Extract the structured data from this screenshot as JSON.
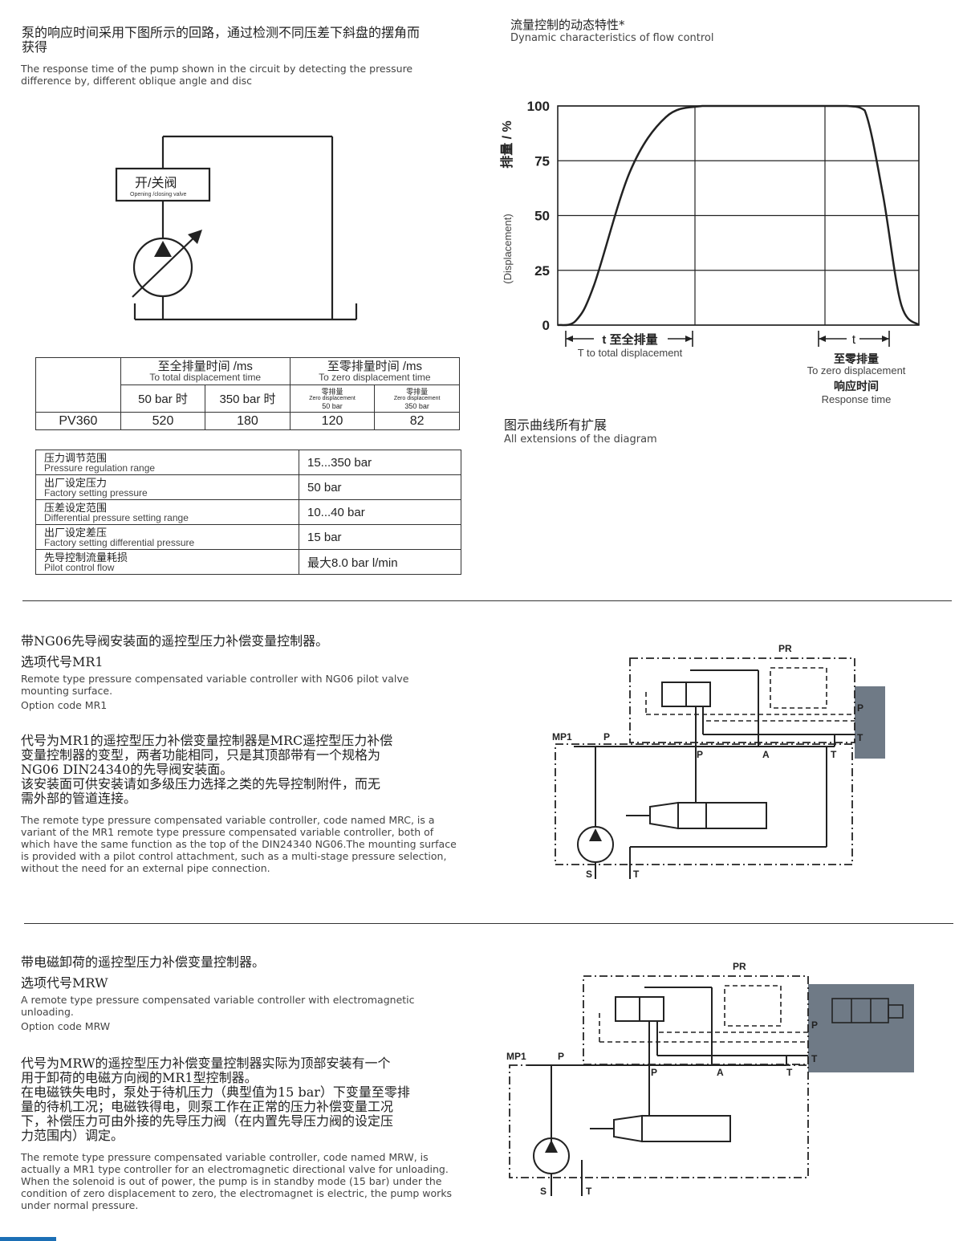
{
  "section1": {
    "title_zh_1": "泵的响应时间采用下图所示的回路，通过检测不同压差下斜盘的摆角而",
    "title_zh_2": "获得",
    "title_en_1": "The response time of the pump shown in the circuit by detecting the pressure",
    "title_en_2": "difference by, different oblique angle and disc",
    "valve_zh": "开/关阀",
    "valve_en": "Opening /closing valve"
  },
  "response_table": {
    "col1_zh": "至全排量时间 /ms",
    "col1_en": "To total displacement time",
    "col2_zh": "至零排量时间 /ms",
    "col2_en": "To zero displacement time",
    "sub1": "50 bar 时",
    "sub2": "350 bar 时",
    "sub3_zh": "零排量",
    "sub3_en": "Zero displacement",
    "sub3_p": "50 bar",
    "sub4_zh": "零排量",
    "sub4_en": "Zero displacement",
    "sub4_p": "350 bar",
    "row_label": "PV360",
    "v1": "520",
    "v2": "180",
    "v3": "120",
    "v4": "82"
  },
  "specs": [
    {
      "zh": "压力调节范围",
      "en": "Pressure regulation range",
      "value": "15...350 bar"
    },
    {
      "zh": "出厂设定压力",
      "en": "Factory setting pressure",
      "value": "50 bar"
    },
    {
      "zh": "压差设定范围",
      "en": "Differential pressure setting range",
      "value": "10...40 bar"
    },
    {
      "zh": "出厂设定差压",
      "en": "Factory setting differential pressure",
      "value": "15 bar"
    },
    {
      "zh": "先导控制流量耗损",
      "en": "Pilot control flow",
      "value": "最大8.0 bar l/min"
    }
  ],
  "chart": {
    "title_zh": "流量控制的动态特性*",
    "title_en": "Dynamic characteristics of flow control",
    "ylabel_zh": "排量 / %",
    "ylabel_en": "(Displacement)",
    "ticks": [
      "100",
      "75",
      "50",
      "25",
      "0"
    ],
    "t_left_zh": "t 至全排量",
    "t_left_en": "T to total displacement",
    "t_right": "t",
    "right_zh": "至零排量",
    "right_en": "To zero displacement",
    "resp_zh": "响应时间",
    "resp_en": "Response time",
    "note_zh": "图示曲线所有扩展",
    "note_en": "All extensions of the diagram"
  },
  "chart_data": {
    "type": "line",
    "title": "流量控制的动态特性*",
    "ylabel": "排量 / %",
    "ylim": [
      0,
      100
    ],
    "yticks": [
      0,
      25,
      50,
      75,
      100
    ],
    "grid": true,
    "series": [
      {
        "x": [
          0,
          5,
          10,
          20,
          30,
          40,
          50,
          60,
          70,
          80,
          85,
          90,
          95,
          100
        ],
        "values": [
          0,
          2,
          18,
          70,
          95,
          100,
          100,
          100,
          100,
          100,
          98,
          60,
          10,
          0
        ]
      }
    ]
  },
  "section2": {
    "title_zh": "带NG06先导阀安装面的遥控型压力补偿变量控制器。",
    "code_zh": "选项代号MR1",
    "title_en_1": "Remote type pressure compensated variable controller with NG06 pilot valve",
    "title_en_2": "mounting surface.",
    "code_en": "Option code MR1",
    "body_zh": [
      "代号为MR1的遥控型压力补偿变量控制器是MRC遥控型压力补偿",
      "变量控制器的变型，两者功能相同，只是其顶部带有一个规格为",
      "NG06 DIN24340的先导阀安装面。",
      "该安装面可供安装请如多级压力选择之类的先导控制附件，而无",
      "需外部的管道连接。"
    ],
    "body_en": [
      "The remote type pressure compensated variable controller, code named MRC, is a",
      "variant of the MR1 remote type pressure compensated variable controller, both of",
      "which have the same function as the top of the DIN24340 NG06.The mounting surface",
      "is provided with a pilot control attachment, such as a multi-stage pressure selection,",
      "without the need for an external pipe connection."
    ],
    "labels": {
      "pr": "PR",
      "mp1": "MP1",
      "p": "P",
      "a": "A",
      "t": "T",
      "s": "S"
    }
  },
  "section3": {
    "title_zh": "带电磁卸荷的遥控型压力补偿变量控制器。",
    "code_zh": "选项代号MRW",
    "title_en_1": "A remote type pressure compensated variable controller with electromagnetic",
    "title_en_2": "unloading.",
    "code_en": "Option code MRW",
    "body_zh": [
      "代号为MRW的遥控型压力补偿变量控制器实际为顶部安装有一个",
      "用于卸荷的电磁方向阀的MR1型控制器。",
      "在电磁铁失电时，泵处于待机压力（典型值为15 bar）下变量至零排",
      "量的待机工况；电磁铁得电，则泵工作在正常的压力补偿变量工况",
      "下，补偿压力可由外接的先导压力阀（在内置先导压力阀的设定压",
      "力范围内）调定。"
    ],
    "body_en": [
      "The remote type pressure compensated variable controller, code named MRW, is",
      "actually a MR1 type controller for an electromagnetic directional valve for unloading.",
      "When the solenoid is out of power, the pump is in standby mode (15 bar) under the",
      "condition of zero displacement to zero, the electromagnet is electric, the pump works",
      "under normal pressure."
    ]
  }
}
